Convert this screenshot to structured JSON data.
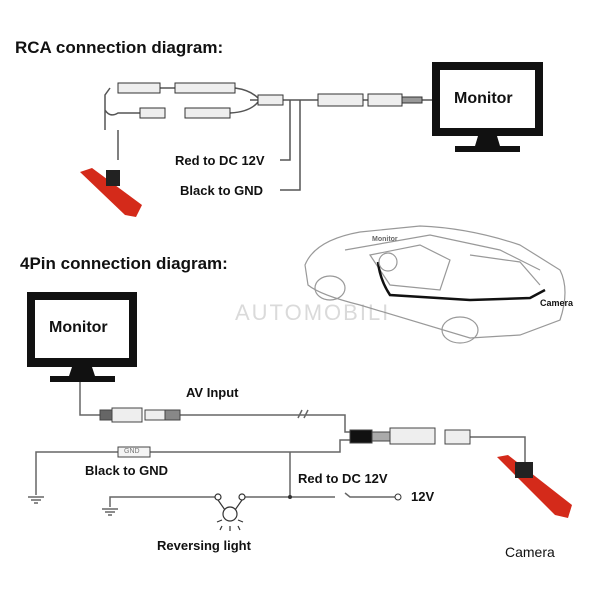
{
  "rca": {
    "title": "RCA  connection diagram:",
    "monitor_label": "Monitor",
    "red_label": "Red to DC 12V",
    "black_label": "Black to GND"
  },
  "fourpin": {
    "title": "4Pin connection diagram:",
    "monitor_label": "Monitor",
    "av_input_label": "AV Input",
    "gnd_tag": "GND",
    "black_label": "Black to GND",
    "red_label": "Red to DC 12V",
    "v12_label": "12V",
    "reversing_light_label": "Reversing light",
    "camera_label": "Camera"
  },
  "car": {
    "monitor_label": "Monitor",
    "camera_label": "Camera"
  },
  "watermark": "AUTOMOBILI",
  "colors": {
    "camera": "#d42a1a",
    "wire": "#555555",
    "monitor": "#111111"
  }
}
